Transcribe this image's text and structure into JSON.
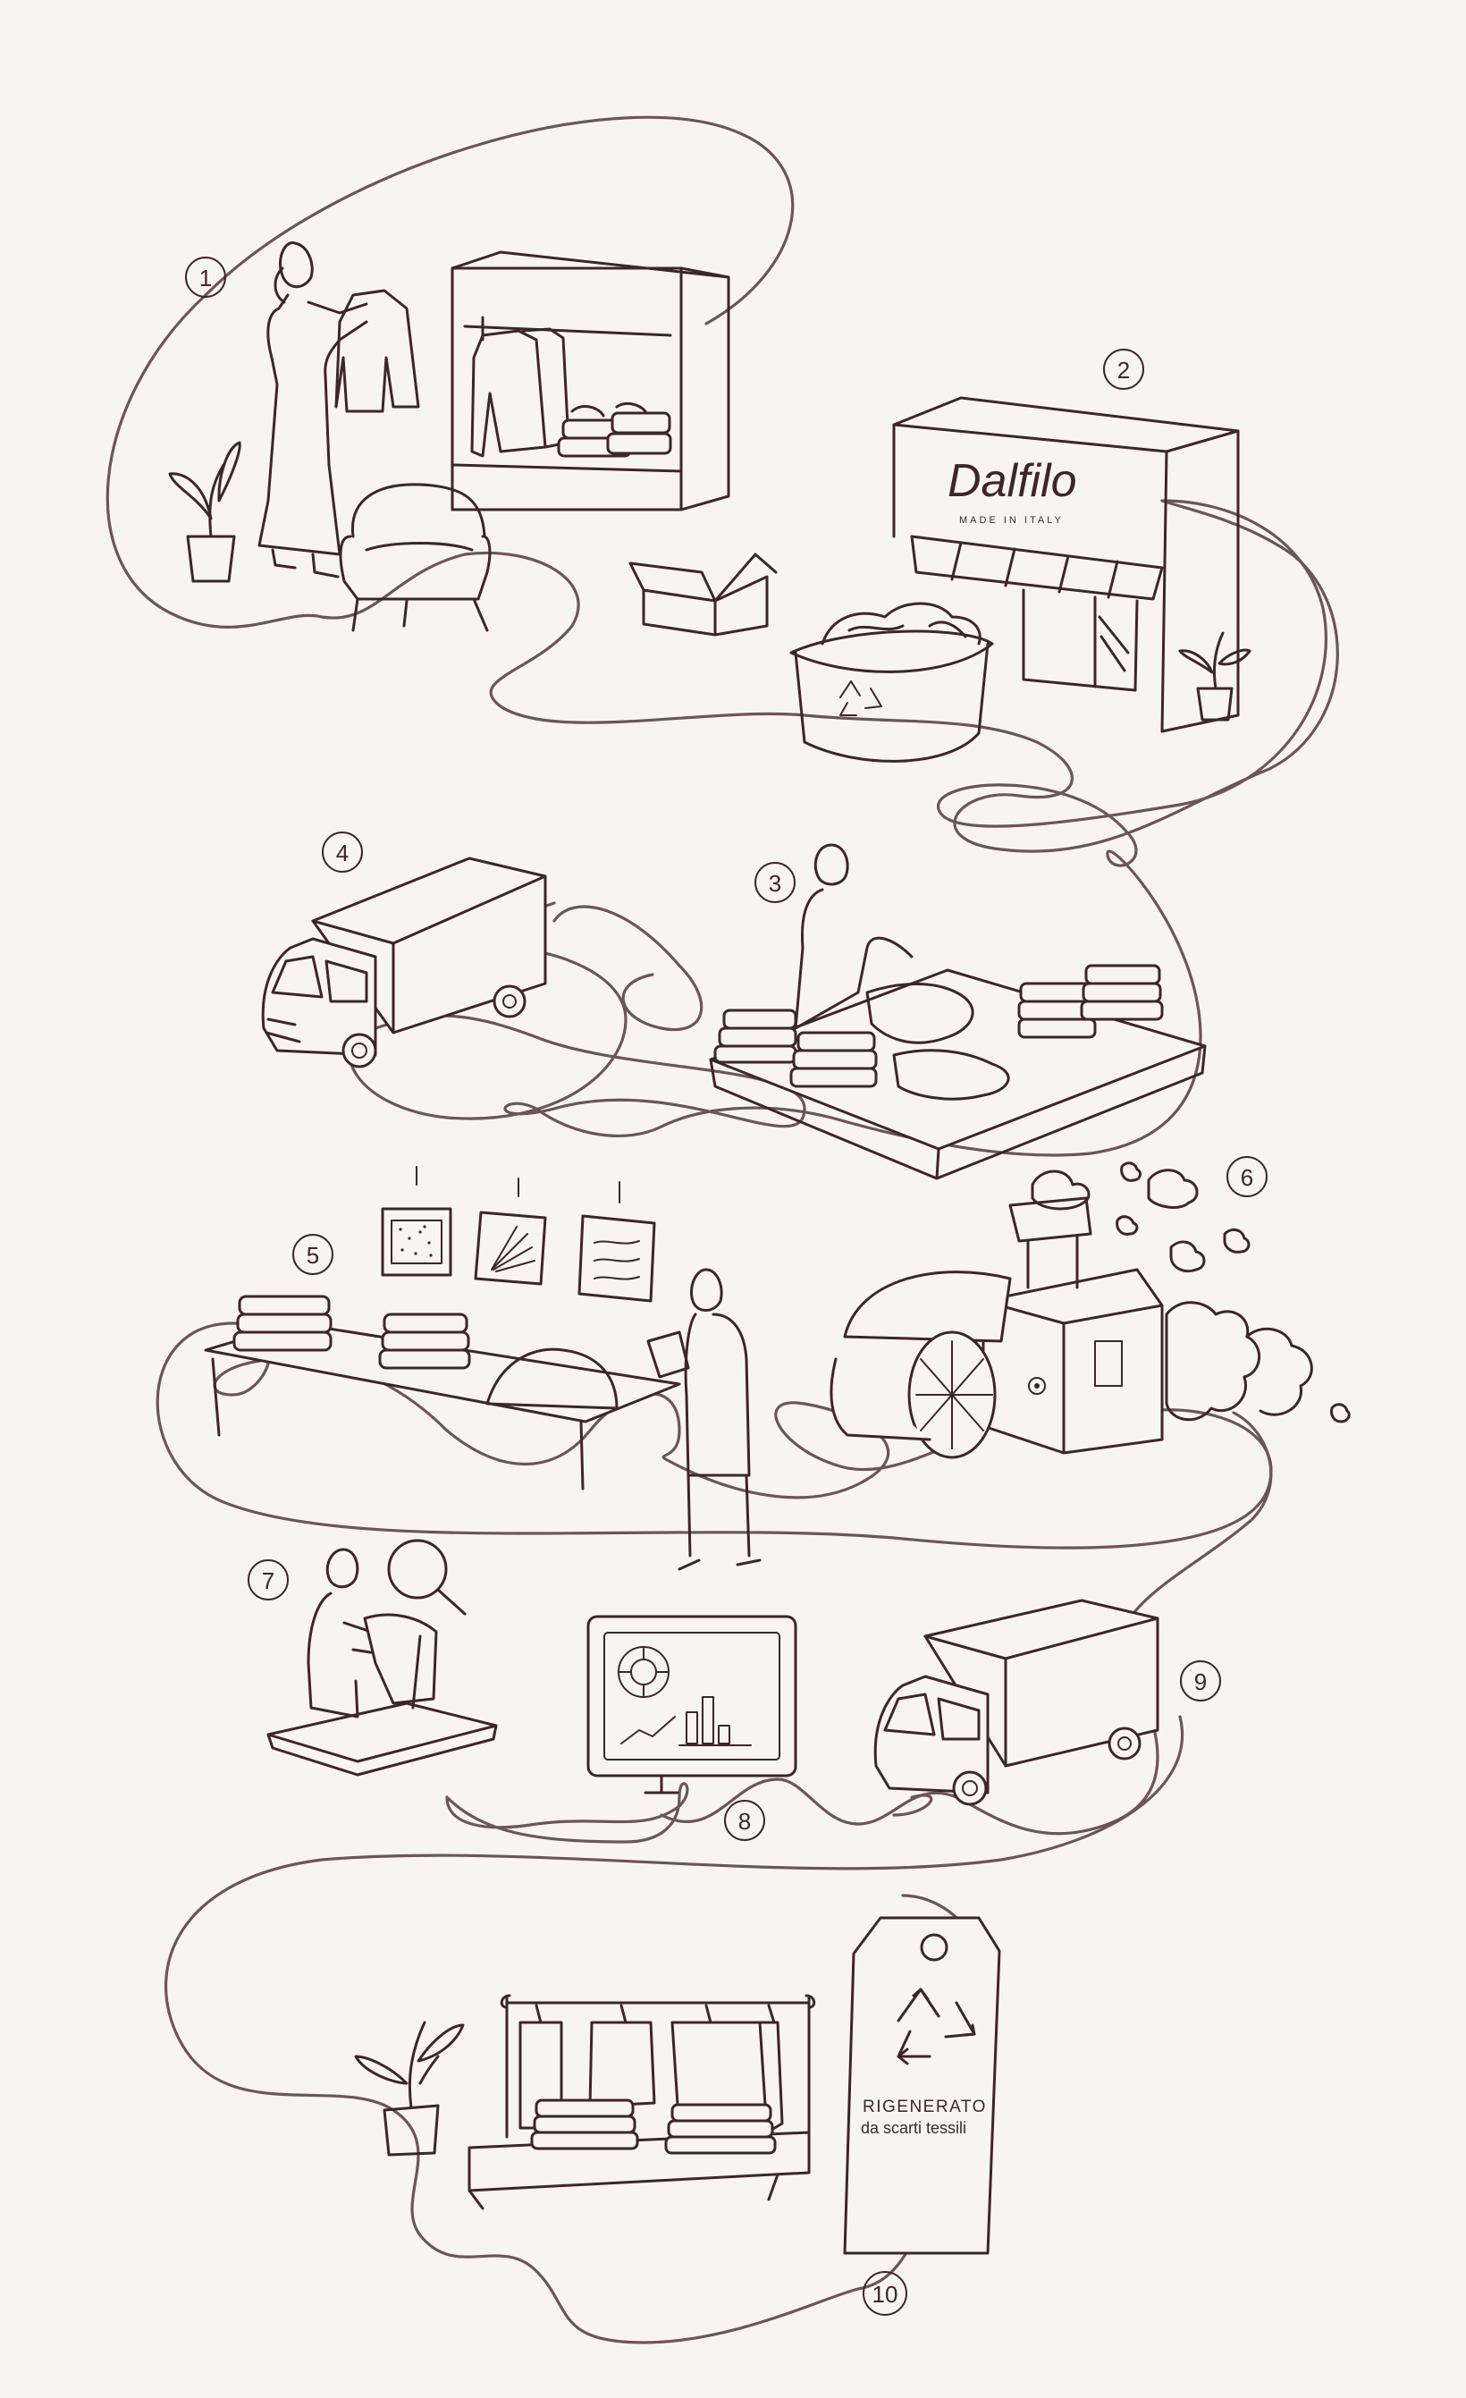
{
  "steps": [
    "1",
    "2",
    "3",
    "4",
    "5",
    "6",
    "7",
    "8",
    "9",
    "10"
  ],
  "shop": {
    "logo": "Dalfilo",
    "tagline": "MADE IN ITALY"
  },
  "tag": {
    "line1": "RIGENERATO",
    "line2": "da scarti tessili"
  },
  "colors": {
    "ink": "#3d2626",
    "path": "#6b5555",
    "background": "#f8f5f1"
  },
  "icons": [
    "recycle-icon",
    "magnifier-icon",
    "plant-icon",
    "truck-icon",
    "chart-icon",
    "cloud-icon"
  ]
}
